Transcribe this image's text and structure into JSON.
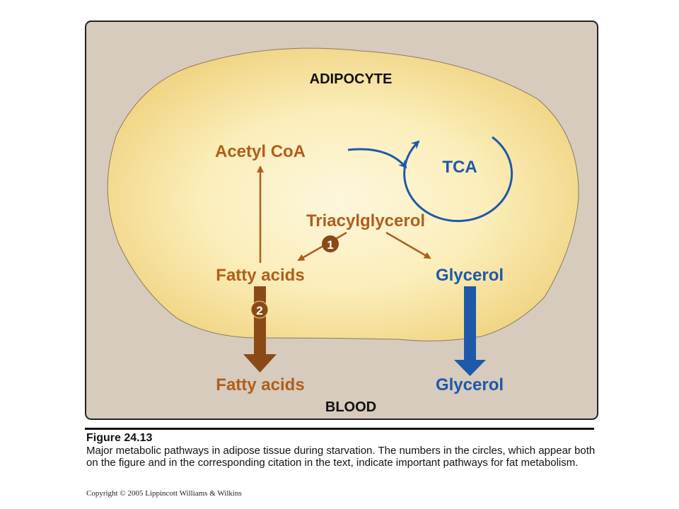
{
  "diagram": {
    "cell_label": "ADIPOCYTE",
    "blood_label": "BLOOD",
    "nodes": {
      "acetyl_coa": "Acetyl CoA",
      "tca": "TCA",
      "triacylglycerol": "Triacylglycerol",
      "fatty_acids_cell": "Fatty acids",
      "glycerol_cell": "Glycerol",
      "fatty_acids_blood": "Fatty acids",
      "glycerol_blood": "Glycerol"
    },
    "markers": {
      "step1": "1",
      "step2": "2"
    },
    "colors": {
      "background": "#d6cbbd",
      "cell_fill": "#f6df8e",
      "cell_center": "#fdf5da",
      "brown": "#b05e1b",
      "dark_brown": "#8a4a17",
      "blue": "#1d59a8"
    }
  },
  "caption": {
    "title": "Figure 24.13",
    "text": "Major metabolic pathways in adipose tissue during starvation. The numbers in the circles, which appear both on the figure and in the corresponding citation in the text, indicate important pathways for fat metabolism."
  },
  "copyright": "Copyright © 2005 Lippincott Williams & Wilkins"
}
